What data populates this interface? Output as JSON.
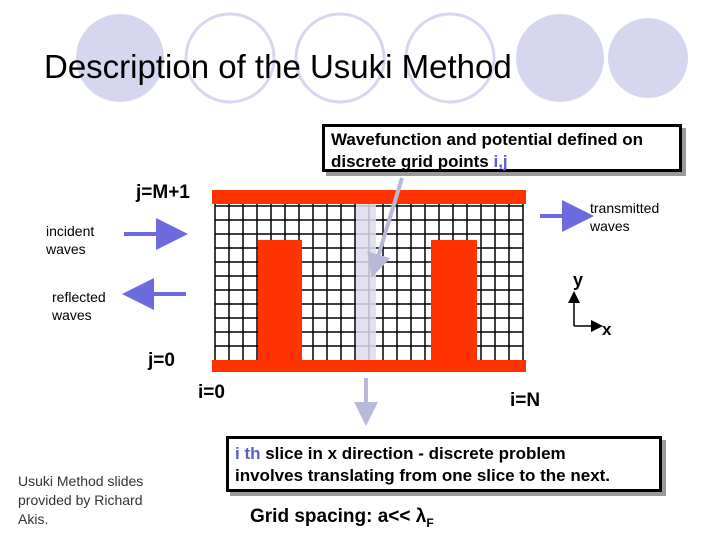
{
  "slide": {
    "title": "Description of the Usuki Method",
    "credit_lines": [
      "Usuki Method slides",
      "provided by Richard",
      "Akis."
    ]
  },
  "callout_top": {
    "line1": "Wavefunction and potential defined on",
    "line2_prefix": "discrete grid points ",
    "line2_highlight": "i,j"
  },
  "callout_bottom": {
    "line1_highlight": "i th",
    "line1_rest": " slice in x direction - discrete problem",
    "line2": "involves translating from one slice to the next."
  },
  "labels": {
    "j_top": "j=M+1",
    "j_bottom": "j=0",
    "i_left": "i=0",
    "i_right": "i=N",
    "incident": [
      "incident",
      "waves"
    ],
    "reflected": [
      "reflected",
      "waves"
    ],
    "transmitted": [
      "transmitted",
      "waves"
    ],
    "axis_y": "y",
    "axis_x": "x"
  },
  "grid_spacing": {
    "prefix": "Grid spacing:  a<< ",
    "lambda": "λ",
    "sub": "F"
  },
  "colors": {
    "barrier": "#ff3300",
    "arrow_blue": "#6b6bdd",
    "arrow_grey": "#b8b8d8",
    "deco_circle": "#d6d6ee"
  }
}
